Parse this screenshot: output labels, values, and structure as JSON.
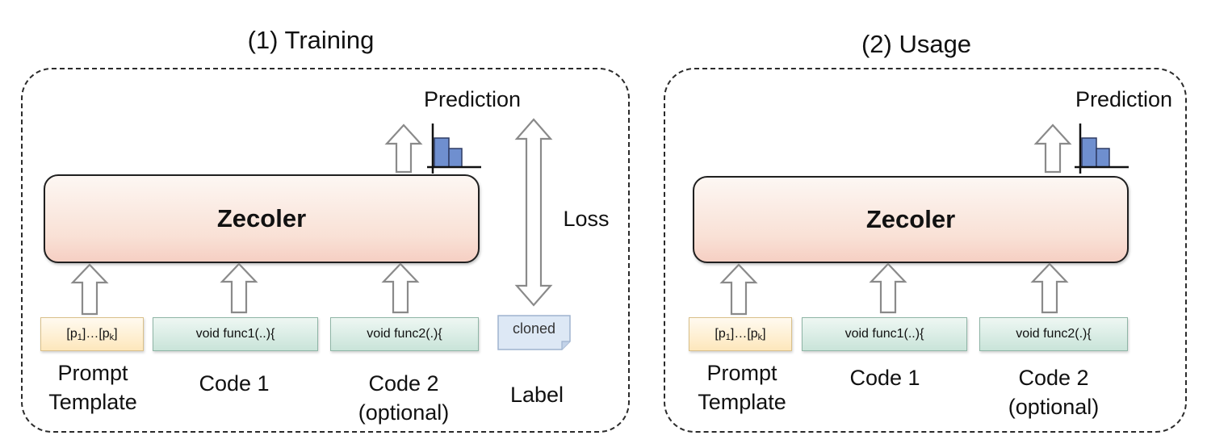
{
  "panels": [
    {
      "title": "(1) Training",
      "model": "Zecoler",
      "prediction": "Prediction",
      "loss": "Loss",
      "inputs": {
        "prompt_token_a": "p",
        "prompt_token_a_sub": "1",
        "prompt_ellipsis": "…",
        "prompt_token_b": "p",
        "prompt_token_b_sub": "k",
        "code1": "void func1(..){",
        "code2": "void func2(.){",
        "label_note": "cloned"
      },
      "captions": {
        "prompt_line1": "Prompt",
        "prompt_line2": "Template",
        "code1": "Code 1",
        "code2_line1": "Code 2",
        "code2_line2": "(optional)",
        "label": "Label"
      }
    },
    {
      "title": "(2) Usage",
      "model": "Zecoler",
      "prediction": "Prediction",
      "inputs": {
        "prompt_token_a": "p",
        "prompt_token_a_sub": "1",
        "prompt_ellipsis": "…",
        "prompt_token_b": "p",
        "prompt_token_b_sub": "k",
        "code1": "void func1(..){",
        "code2": "void func2(.){"
      },
      "captions": {
        "prompt_line1": "Prompt",
        "prompt_line2": "Template",
        "code1": "Code 1",
        "code2_line1": "Code 2",
        "code2_line2": "(optional)"
      }
    }
  ],
  "colors": {
    "bar_fill": "#6f8fcf",
    "arrow_stroke": "#8a8a8a",
    "prompt_fill": "#fde7bc",
    "code_fill": "#c9e4d9",
    "label_fill": "#dde8f5"
  }
}
